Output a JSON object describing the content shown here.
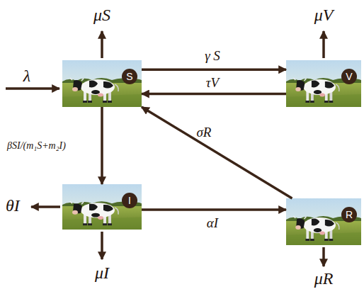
{
  "diagram": {
    "nodes": [
      {
        "text": [
          "S"
        ]
      },
      {
        "text": [
          "V"
        ]
      },
      {
        "text": [
          "I"
        ]
      },
      {
        "text": [
          "R"
        ]
      }
    ],
    "edges": [
      {
        "from": 0,
        "to": 1,
        "arrow": "to",
        "label": "γ S"
      },
      {
        "from": 1,
        "to": 0,
        "arrow": "to",
        "label": "τV"
      },
      {
        "from": 0,
        "to": 2,
        "arrow": "to",
        "label": "βSI/(m₁S+m₂I)"
      },
      {
        "from": 2,
        "to": 3,
        "arrow": "to",
        "label": "αI"
      },
      {
        "from": 3,
        "to": 0,
        "arrow": "to",
        "label": "σR"
      }
    ],
    "labels": [
      "μS",
      "μV",
      "λ",
      "θI",
      "μI",
      "μR"
    ]
  }
}
